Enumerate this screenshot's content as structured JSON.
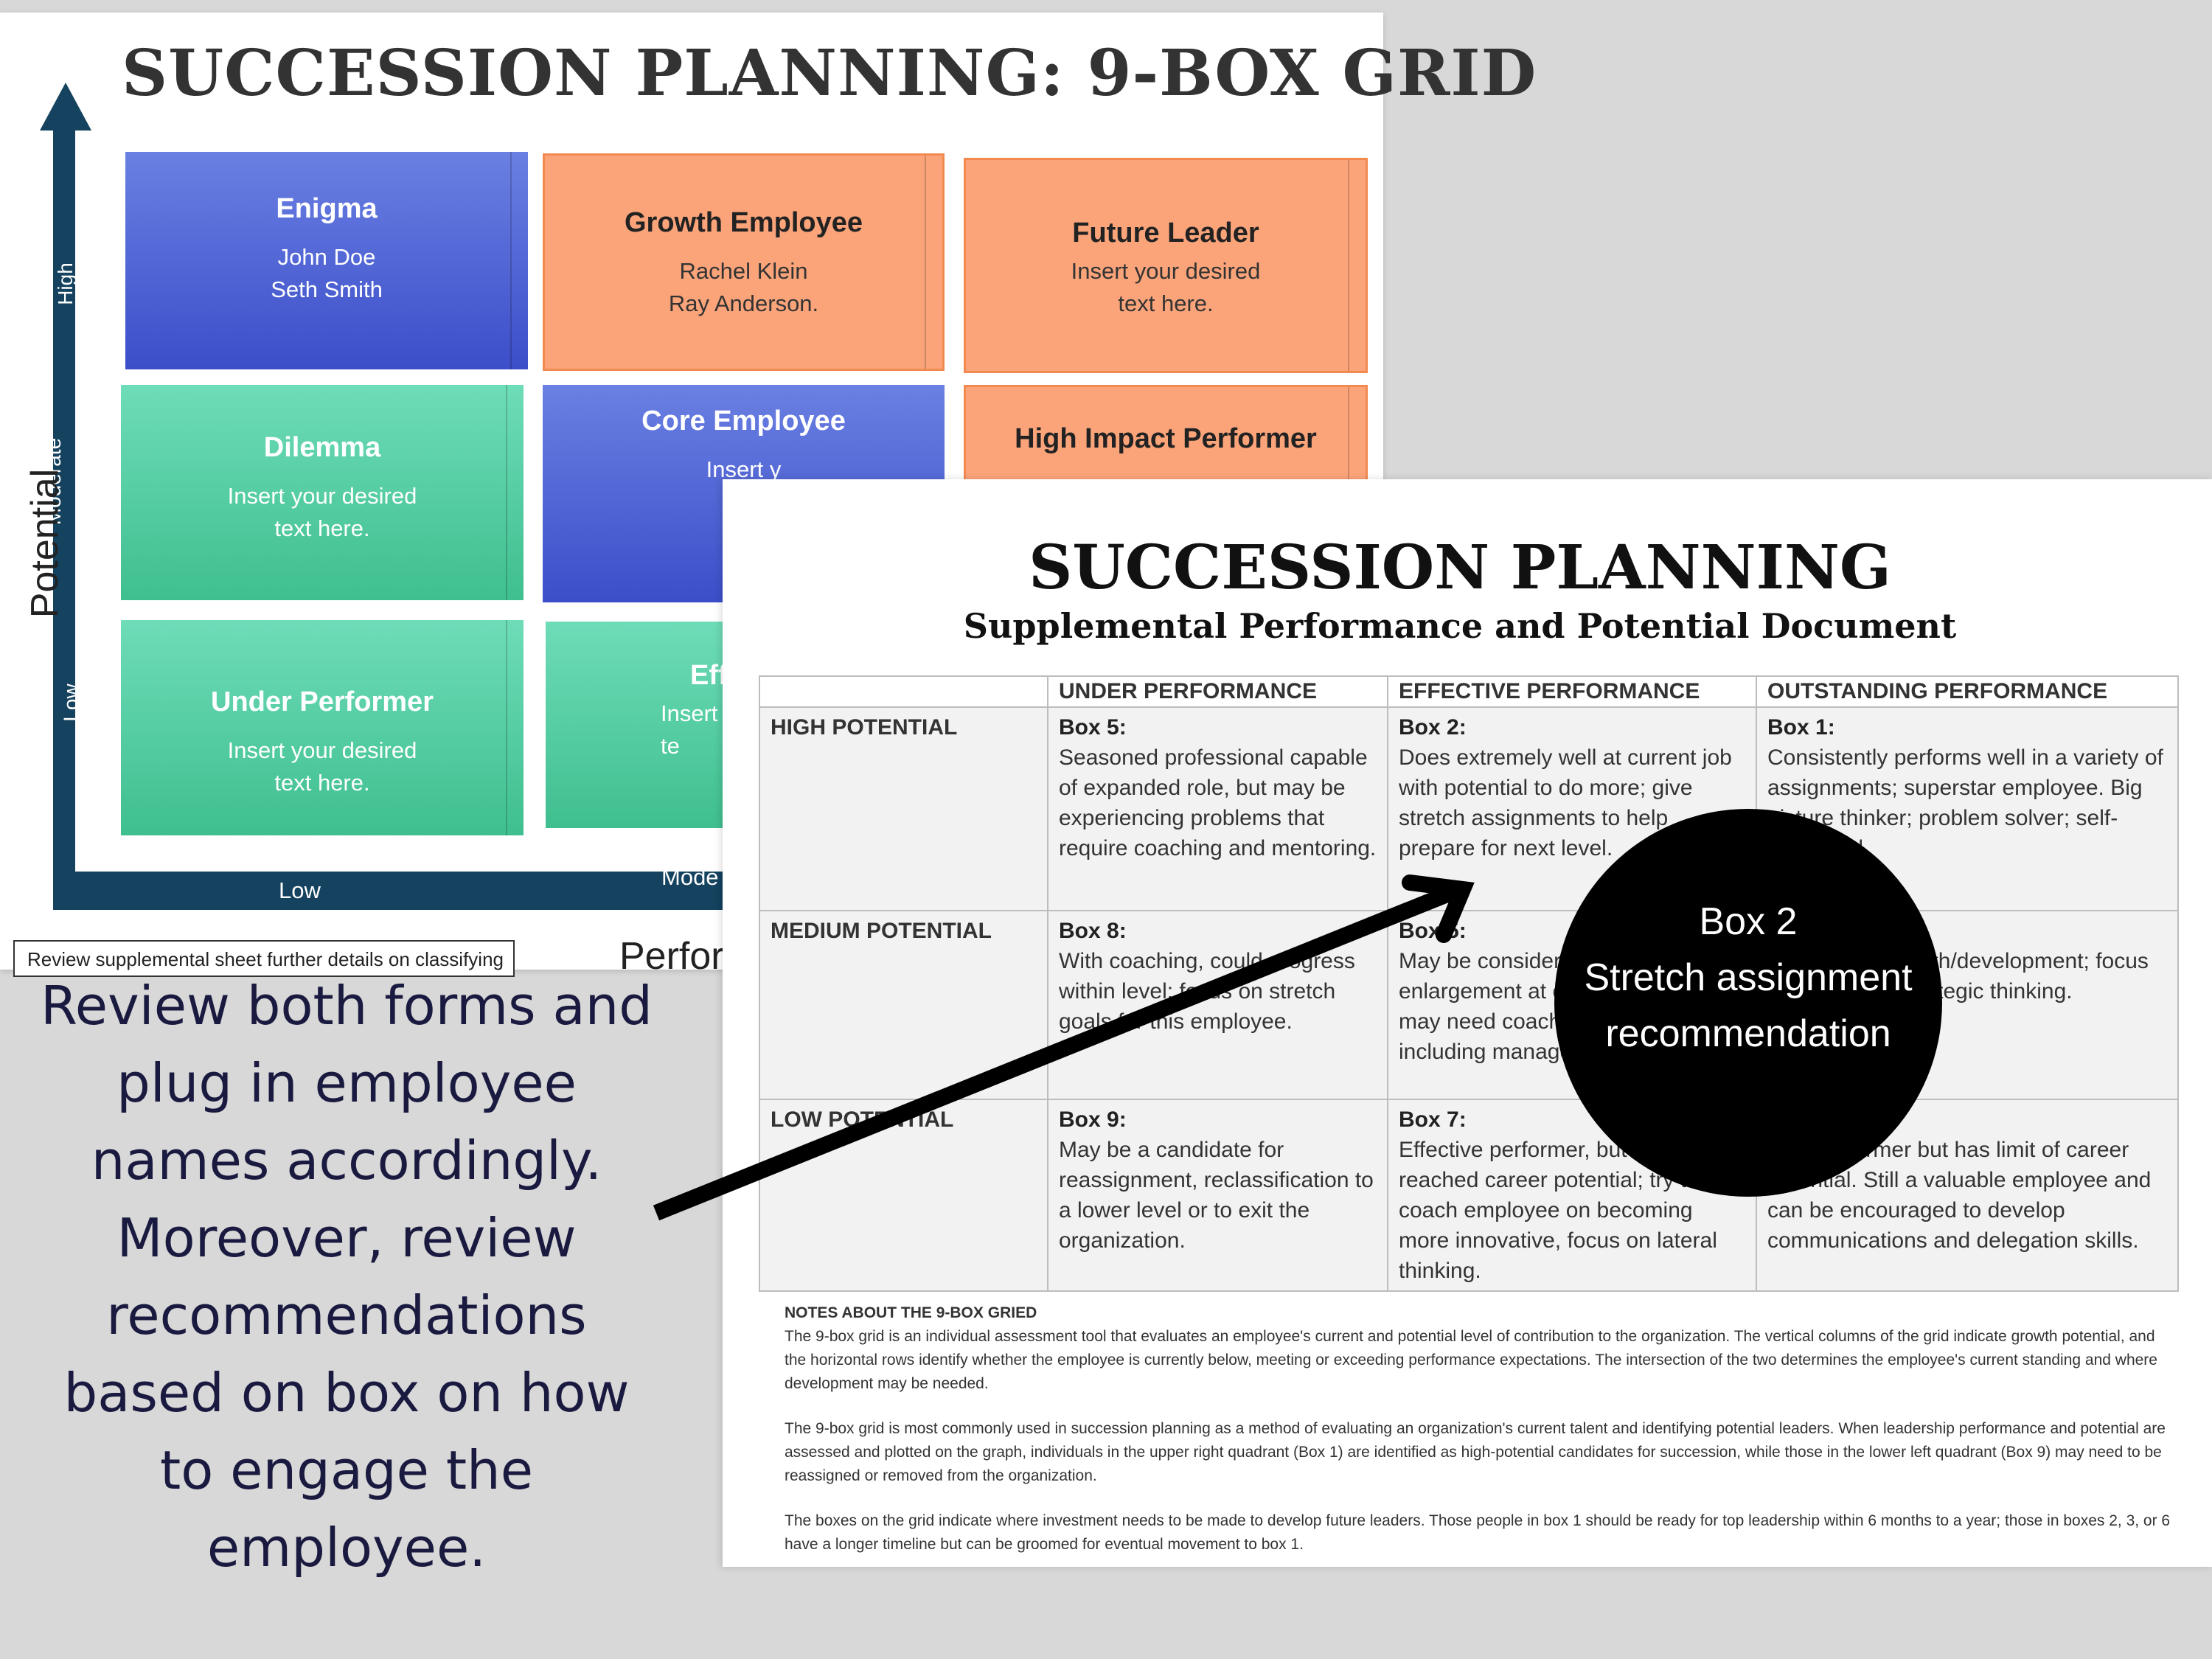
{
  "grid_sheet": {
    "title": "SUCCESSION PLANNING: 9-BOX GRID",
    "boxes": [
      {
        "title": "Enigma",
        "body": "John Doe\nSeth Smith"
      },
      {
        "title": "Growth Employee",
        "body": "Rachel Klein\nRay Anderson."
      },
      {
        "title": "Future Leader",
        "body": "Insert your desired\ntext here."
      },
      {
        "title": "Dilemma",
        "body": "Insert your desired\ntext here."
      },
      {
        "title": "Core Employee",
        "body": "Insert y\ntex"
      },
      {
        "title": "High Impact Performer",
        "body": ""
      },
      {
        "title": "Under Performer",
        "body": "Insert your desired\ntext here."
      },
      {
        "title": "Eff",
        "body": "Insert\nte"
      }
    ],
    "y_axis_label": "Potential",
    "y_levels": {
      "high": "High",
      "moderate": "Moderate",
      "low": "Low"
    },
    "x_axis_label": "Perfor",
    "x_levels": {
      "low": "Low",
      "moderate": "Mode"
    },
    "review_note": "Review supplemental sheet further details on classifying"
  },
  "document": {
    "title": "SUCCESSION PLANNING",
    "subtitle": "Supplemental Performance and Potential Document",
    "table": {
      "headers": [
        "",
        "UNDER PERFORMANCE",
        "EFFECTIVE PERFORMANCE",
        "OUTSTANDING PERFORMANCE"
      ],
      "rows": [
        {
          "label": "HIGH POTENTIAL",
          "cells": [
            {
              "box": "Box 5:",
              "text": "Seasoned professional capable of expanded role, but may be experiencing problems that require coaching and mentoring."
            },
            {
              "box": "Box 2:",
              "text": "Does extremely well at current job with potential to do more; give stretch assignments to help prepare for next level."
            },
            {
              "box": "Box 1:",
              "text": "Consistently performs well in a variety of assignments; superstar employee. Big picture thinker; problem solver; self-motivated."
            }
          ]
        },
        {
          "label": "MEDIUM POTENTIAL",
          "cells": [
            {
              "box": "Box 8:",
              "text": "With coaching, could progress within level; focus on stretch goals for this employee."
            },
            {
              "box": "Box 5:",
              "text": "May be considered for job enlargement at current level, but may need coaching in some areas, including management."
            },
            {
              "box": "",
              "text": "still provide growth/development; focus should be on strategic thinking."
            }
          ]
        },
        {
          "label": "LOW POTENTIAL",
          "cells": [
            {
              "box": "Box 9:",
              "text": "May be a candidate for reassignment, reclassification to a lower level or to exit the organization."
            },
            {
              "box": "Box 7:",
              "text": "Effective performer, but has reached career potential; try to coach employee on becoming more innovative, focus on lateral thinking."
            },
            {
              "box": "",
              "text": "high performer but has limit of career potential. Still a valuable employee and can be encouraged to develop communications and delegation skills."
            }
          ]
        }
      ]
    },
    "notes": {
      "heading": "NOTES ABOUT THE 9-BOX GRIED",
      "paragraphs": [
        "The 9-box grid is an individual assessment tool that evaluates an employee's current and potential level of contribution to the organization. The vertical columns of the grid indicate growth potential, and the horizontal rows identify whether the employee is currently below, meeting or exceeding performance expectations. The intersection of the two determines the employee's current standing and where development may be needed.",
        "The 9-box grid is most commonly used in succession planning as a method of evaluating an organization's current talent and identifying potential leaders. When leadership performance and potential are assessed and plotted on the graph, individuals in the upper right quadrant (Box 1) are identified as high-potential candidates for succession, while those in the lower left quadrant (Box 9) may need to be reassigned or removed from the organization.",
        "The boxes on the grid indicate where investment needs to be made to develop future leaders. Those people in box 1 should be ready for top leadership within 6 months to a year; those in boxes 2, 3, or 6 have a longer timeline but can be groomed for eventual movement to box 1."
      ]
    }
  },
  "instruction": "Review both forms and plug in employee names accordingly. Moreover, review recommendations based on box on how to engage the employee.",
  "callout": {
    "line1": "Box 2",
    "line2": "Stretch assignment",
    "line3": "recommendation"
  },
  "colors": {
    "blue_box": "#4f63d6",
    "green_box": "#55cfa4",
    "orange_box": "#fba47a",
    "axis": "#14425f",
    "callout": "#000000"
  }
}
